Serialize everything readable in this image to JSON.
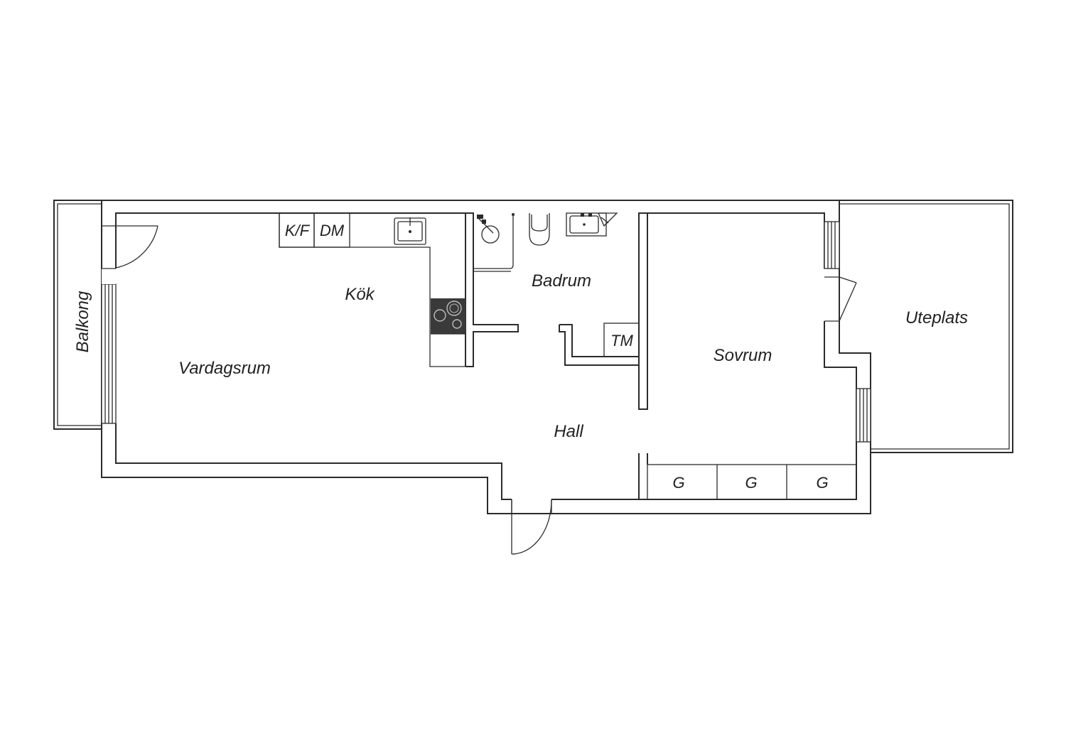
{
  "rooms": {
    "balkong": "Balkong",
    "vardagsrum": "Vardagsrum",
    "kok": "Kök",
    "badrum": "Badrum",
    "sovrum": "Sovrum",
    "uteplats": "Uteplats",
    "hall": "Hall"
  },
  "fixtures": {
    "fridge_freezer": "K/F",
    "dishwasher": "DM",
    "washing_machine": "TM",
    "wardrobe_1": "G",
    "wardrobe_2": "G",
    "wardrobe_3": "G"
  },
  "colors": {
    "line": "#2b2b2b",
    "stove": "#3a3a3a",
    "background": "#ffffff"
  }
}
